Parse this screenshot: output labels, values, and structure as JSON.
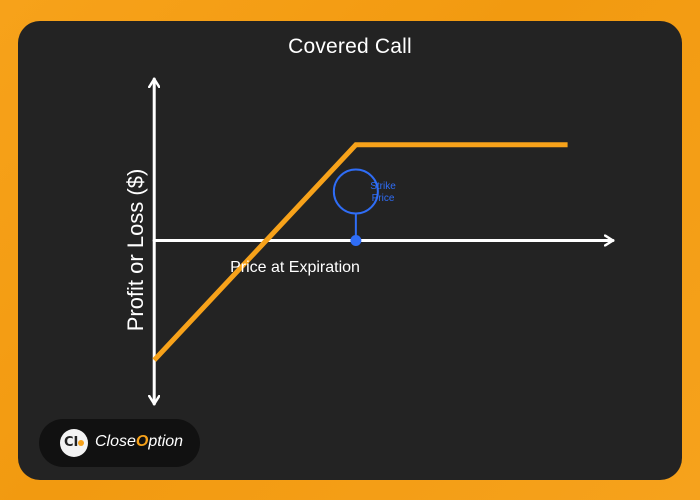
{
  "chart_data": {
    "type": "line",
    "title": "Covered Call",
    "xlabel": "Price at Expiration",
    "ylabel": "Profit or Loss ($)",
    "annotation": [
      "Strike",
      "Price"
    ],
    "series": [
      {
        "x": [
          0,
          1,
          2.05
        ],
        "values": [
          -1,
          0.8,
          0.8
        ]
      }
    ],
    "strike": 1,
    "xlim": [
      -0.13,
      2.3
    ],
    "ylim": [
      -1.4,
      1.4
    ],
    "grid": false,
    "legend": "none",
    "colors": {
      "line": "#f7a21a",
      "axes": "#ffffff",
      "strike": "#2f6df6"
    }
  },
  "brand": {
    "initials": "CI",
    "name_part1": "Close",
    "name_part2": "O",
    "name_part3": "ption"
  }
}
